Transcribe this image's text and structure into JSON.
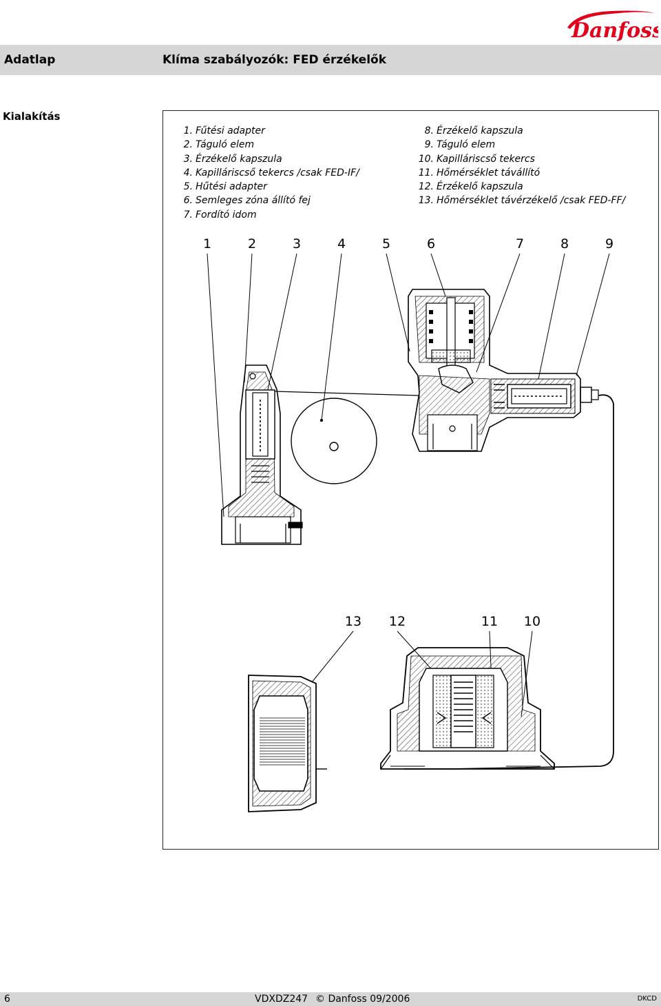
{
  "header": {
    "brand": "Danfoss",
    "left_title": "Adatlap",
    "right_title": "Klíma szabályozók: FED érzékelők"
  },
  "section_label": "Kialakítás",
  "legend_left": [
    {
      "num": "1.",
      "text": "Fűtési adapter"
    },
    {
      "num": "2.",
      "text": "Táguló elem"
    },
    {
      "num": "3.",
      "text": "Érzékelő kapszula"
    },
    {
      "num": "4.",
      "text": "Kapilláriscső tekercs /csak FED-IF/"
    },
    {
      "num": "5.",
      "text": "Hűtési adapter"
    },
    {
      "num": "6.",
      "text": "Semleges zóna állító fej"
    },
    {
      "num": "7.",
      "text": "Fordító idom"
    }
  ],
  "legend_right": [
    {
      "num": "8.",
      "text": "Érzékelő kapszula"
    },
    {
      "num": "9.",
      "text": "Táguló elem"
    },
    {
      "num": "10.",
      "text": "Kapilláriscső tekercs"
    },
    {
      "num": "11.",
      "text": "Hőmérséklet távállító"
    },
    {
      "num": "12.",
      "text": "Érzékelő kapszula"
    },
    {
      "num": "13.",
      "text": "Hőmérséklet távérzékelő /csak FED-FF/"
    }
  ],
  "callouts_top": [
    "1",
    "2",
    "3",
    "4",
    "5",
    "6",
    "7",
    "8",
    "9"
  ],
  "callouts_bottom": [
    "13",
    "12",
    "11",
    "10"
  ],
  "footer": {
    "page": "6",
    "doc_code": "VDXDZ247",
    "copyright": "© Danfoss 09/2006",
    "lang": "DKCD"
  },
  "colors": {
    "brand_red": "#e2001a",
    "band_gray": "#d6d6d6"
  }
}
